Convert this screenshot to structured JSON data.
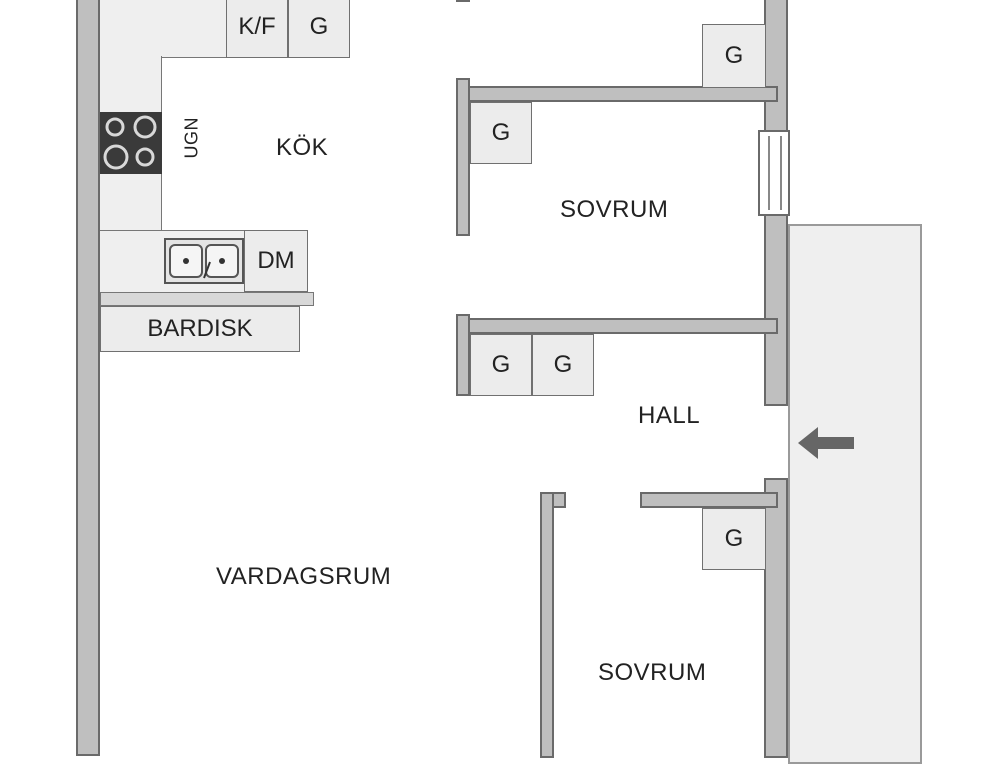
{
  "rooms": {
    "kitchen": "KÖK",
    "bedroom_1": "SOVRUM",
    "bedroom_2": "SOVRUM",
    "hall": "HALL",
    "living_room": "VARDAGSRUM"
  },
  "fixtures": {
    "fridge_freezer": "K/F",
    "dishwasher": "DM",
    "oven": "UGN",
    "bar_counter": "BARDISK",
    "closet": "G"
  },
  "colors": {
    "wall": "#bfbfbf",
    "wall_outline": "#6a6a6a",
    "counter": "#efefef",
    "stove": "#3a3a3a",
    "entry_arrow": "#666666"
  },
  "icons": [
    "stove-icon",
    "sink-icon",
    "entry-arrow-icon",
    "window-icon"
  ]
}
